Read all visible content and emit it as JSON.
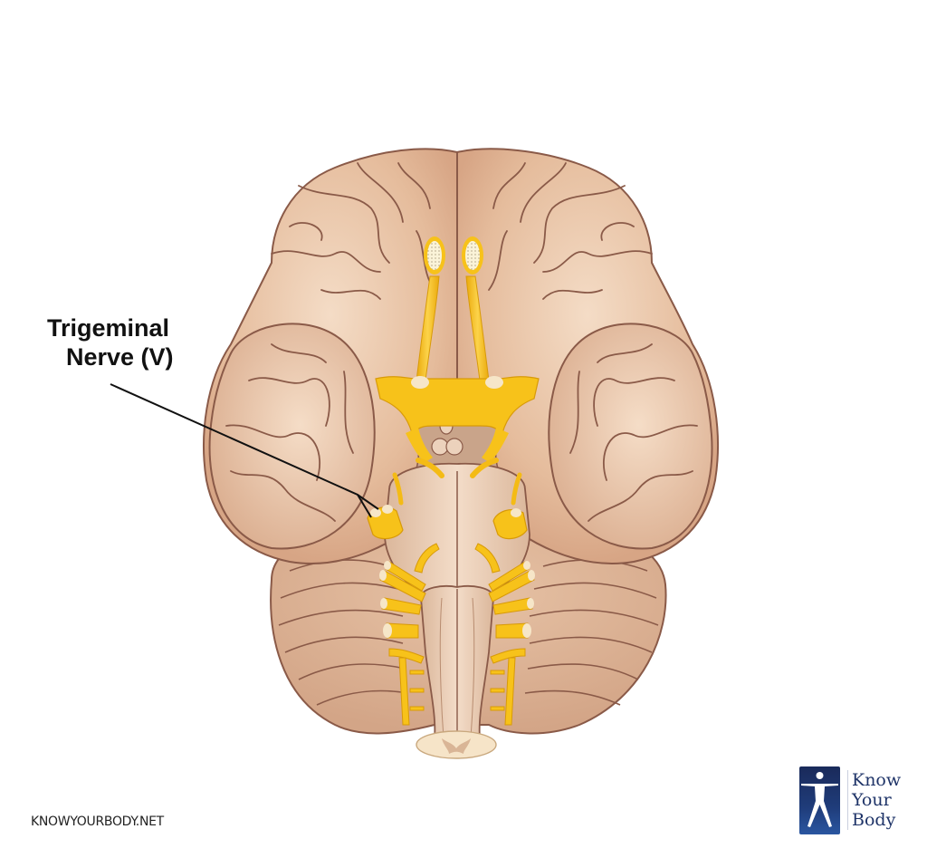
{
  "diagram": {
    "title": "Inferior view of the brain with cranial nerves",
    "subject": "brain-inferior-view",
    "highlighted_structure": "trigeminal-nerve"
  },
  "labels": {
    "trigeminal_line1": "Trigeminal",
    "trigeminal_line2": "Nerve (V)"
  },
  "footer": {
    "url": "KNOWYOURBODY.NET"
  },
  "logo": {
    "word1": "Know",
    "word2": "Your",
    "word3": "Body",
    "icon": "human-figure-icon"
  },
  "colors": {
    "background": "#ffffff",
    "brain_fill": "#e3b898",
    "brain_light": "#f2d6bd",
    "brain_shadow": "#cc9c7c",
    "sulci_line": "#8a5a48",
    "nerve_fill": "#f7c21a",
    "nerve_light": "#fde27a",
    "nerve_dark": "#e3a50c",
    "brainstem_fill": "#ecc9ad",
    "leader_line": "#111111",
    "logo_blue": "#1f3468"
  }
}
